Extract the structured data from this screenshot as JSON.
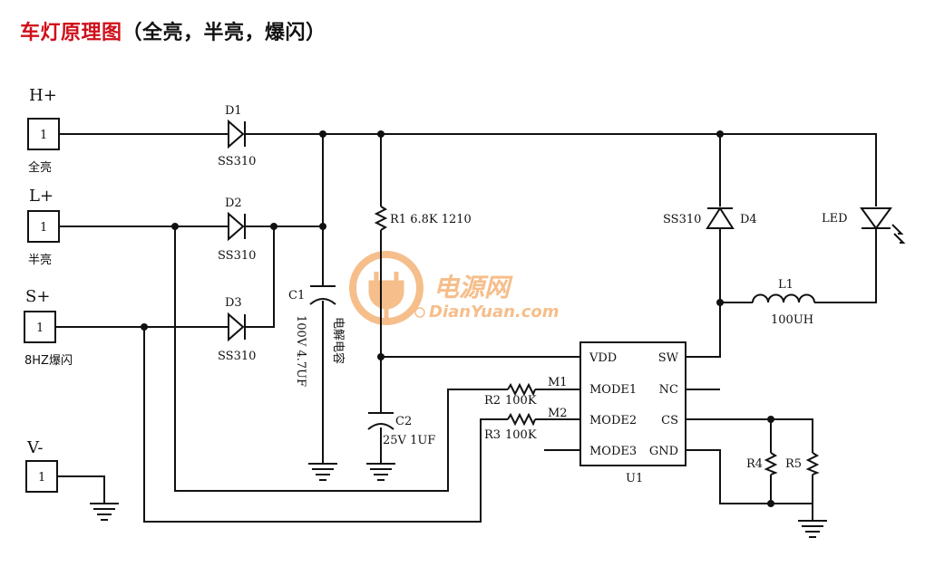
{
  "title": {
    "red": "车灯原理图",
    "black": "（全亮，半亮，爆闪）"
  },
  "inputs": [
    {
      "top": "H+",
      "pin": "1",
      "bottom": "全亮"
    },
    {
      "top": "L+",
      "pin": "1",
      "bottom": "半亮"
    },
    {
      "top": "S+",
      "pin": "1",
      "bottom": "8HZ爆闪"
    },
    {
      "top": "V-",
      "pin": "1",
      "bottom": ""
    }
  ],
  "diodes": [
    {
      "ref": "D1",
      "part": "SS310"
    },
    {
      "ref": "D2",
      "part": "SS310"
    },
    {
      "ref": "D3",
      "part": "SS310"
    }
  ],
  "d4": {
    "ref": "D4",
    "part": "SS310"
  },
  "led": {
    "ref": "LED"
  },
  "r1": {
    "label": "R1  6.8K 1210"
  },
  "c1": {
    "ref": "C1",
    "value": "100V 4.7UF",
    "note": "电解电容"
  },
  "c2": {
    "ref": "C2",
    "value": "25V 1UF"
  },
  "l1": {
    "ref": "L1",
    "value": "100UH"
  },
  "r2": {
    "ref": "R2",
    "value": "100K",
    "net": "M1"
  },
  "r3": {
    "ref": "R3",
    "value": "100K",
    "net": "M2"
  },
  "u1": {
    "ref": "U1",
    "left_pins": [
      "VDD",
      "MODE1",
      "MODE2",
      "MODE3"
    ],
    "right_pins": [
      "SW",
      "NC",
      "CS",
      "GND"
    ]
  },
  "r4": {
    "ref": "R4"
  },
  "r5": {
    "ref": "R5"
  },
  "watermark": {
    "cn": "电源网",
    "en": "DianYuan.com"
  },
  "colors": {
    "title_red": "#d0101a",
    "watermark_orange": "#f08a2e",
    "wire": "#111111"
  }
}
